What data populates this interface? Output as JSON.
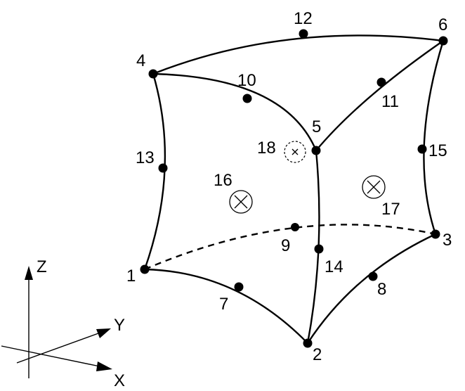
{
  "node_labels": [
    "1",
    "2",
    "3",
    "4",
    "5",
    "6",
    "7",
    "8",
    "9",
    "10",
    "11",
    "12",
    "13",
    "14",
    "15",
    "16",
    "17",
    "18"
  ],
  "axes": {
    "x": "X",
    "y": "Y",
    "z": "Z"
  },
  "colors": {
    "stroke": "#000000",
    "background": "#ffffff"
  }
}
